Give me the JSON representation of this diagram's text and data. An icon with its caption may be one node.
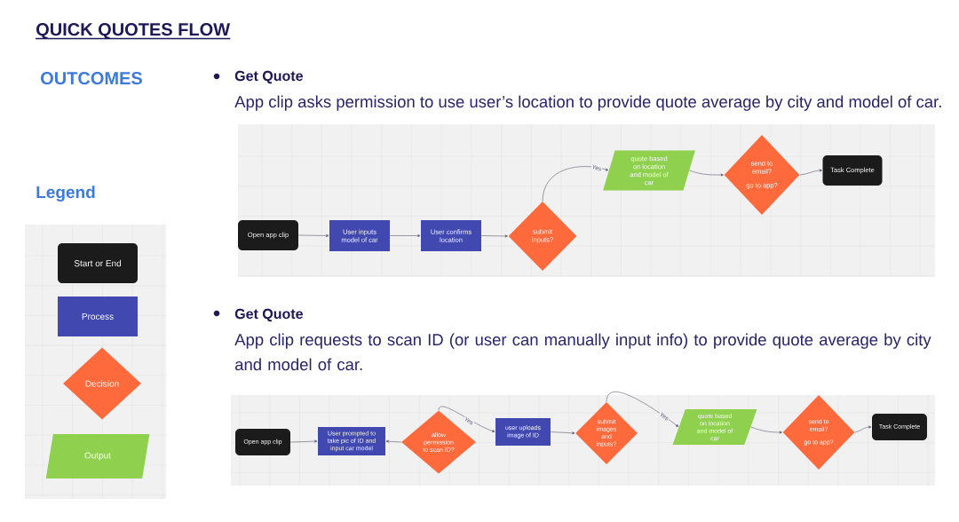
{
  "diagram": {
    "title": "QUICK QUOTES FLOW",
    "nodes": [
      {
        "text": [
          "Legend"
        ]
      },
      {
        "text": [
          "Start or End"
        ],
        "in": 0
      },
      {
        "text": [
          "Process"
        ],
        "in": 0
      },
      {
        "text": [
          "Decision"
        ],
        "in": 0
      },
      {
        "text": [
          "Output"
        ],
        "in": 0
      },
      {
        "text": [
          "Get Quote",
          "App clip asks permission to use user’s location to provide quote average by city and model of car."
        ]
      },
      {
        "text": [
          "Open app clip"
        ],
        "in": 5
      },
      {
        "text": [
          "User inputs model of car"
        ],
        "in": 5
      },
      {
        "text": [
          "User confirms location"
        ],
        "in": 5
      },
      {
        "text": [
          "submit inputs?"
        ],
        "in": 5
      },
      {
        "text": [
          "quote based on location and model of car"
        ],
        "in": 5
      },
      {
        "text": [
          "send to email?",
          "go to app?"
        ],
        "in": 5
      },
      {
        "text": [
          "Task Complete"
        ],
        "in": 5
      },
      {
        "text": [
          "Get Quote",
          "App clip requests to scan ID (or user can manually input info) to provide quote average by city and model of car."
        ]
      },
      {
        "text": [
          "Open app clip"
        ],
        "in": 13
      },
      {
        "text": [
          "User prompted to take pic of ID and input car model"
        ],
        "in": 13
      },
      {
        "text": [
          "allow permission to scan ID?"
        ],
        "in": 13
      },
      {
        "text": [
          "user uploads image of ID"
        ],
        "in": 13
      },
      {
        "text": [
          "submit images and inputs?"
        ],
        "in": 13
      },
      {
        "text": [
          "quote based on location and model of car"
        ],
        "in": 13
      },
      {
        "text": [
          "send to email?",
          "go to app?"
        ],
        "in": 13
      },
      {
        "text": [
          "Task Complete"
        ],
        "in": 13
      }
    ],
    "edges": [
      {
        "from": 6,
        "to": 7,
        "arrow": "to"
      },
      {
        "from": 7,
        "to": 8,
        "arrow": "to"
      },
      {
        "from": 8,
        "to": 9,
        "arrow": "to"
      },
      {
        "from": 9,
        "to": 10,
        "arrow": "to",
        "label": "Yes"
      },
      {
        "from": 10,
        "to": 11,
        "arrow": "to"
      },
      {
        "from": 11,
        "to": 12,
        "arrow": "to"
      },
      {
        "from": 14,
        "to": 15,
        "arrow": "to"
      },
      {
        "from": 16,
        "to": 15,
        "arrow": "to"
      },
      {
        "from": 16,
        "to": 17,
        "arrow": "to",
        "label": "Yes"
      },
      {
        "from": 17,
        "to": 18,
        "arrow": "to"
      },
      {
        "from": 18,
        "to": 19,
        "arrow": "to",
        "label": "Yes"
      },
      {
        "from": 19,
        "to": 20,
        "arrow": "to"
      },
      {
        "from": 20,
        "to": 21,
        "arrow": "to"
      }
    ],
    "labels": [
      "OUTCOMES"
    ]
  }
}
